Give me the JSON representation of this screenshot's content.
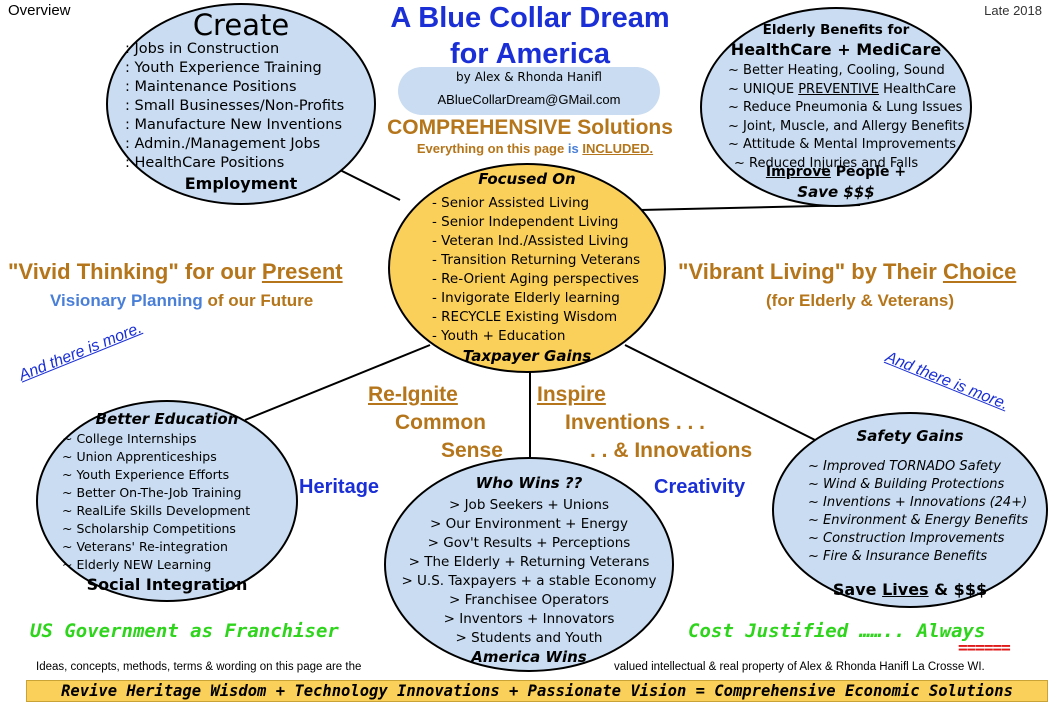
{
  "corner_left": "Overview",
  "corner_right": "Late 2018",
  "title_line1": "A Blue Collar Dream",
  "title_line2": "for America",
  "byline": "by  Alex & Rhonda Hanifl",
  "email": "ABlueCollarDream@GMail.com",
  "comprehensive": "COMPREHENSIVE  Solutions",
  "included_prefix": "Everything on this page",
  "included_is": "is",
  "included_word": "INCLUDED.",
  "create": {
    "title": "Create",
    "items": [
      ": Jobs in Construction",
      ": Youth Experience Training",
      ": Maintenance Positions",
      ": Small Businesses/Non-Profits",
      ": Manufacture New Inventions",
      ": Admin./Management Jobs",
      ": HealthCare Positions"
    ],
    "footer": "Employment"
  },
  "elderly": {
    "title1": "Elderly Benefits for",
    "title2": "HealthCare + MediCare",
    "items": [
      "~ Better Heating, Cooling, Sound",
      "~ Reduce Pneumonia & Lung Issues",
      "~ Joint, Muscle, and Allergy Benefits",
      "~ Attitude & Mental Improvements",
      "~ Reduced Injuries and Falls"
    ],
    "unique_prefix": "~ UNIQUE",
    "unique_word": "PREVENTIVE",
    "unique_suffix": "HealthCare",
    "improve_word": "Improve",
    "improve_suffix": "People +",
    "save": "Save $$$"
  },
  "focused": {
    "title": "Focused On",
    "items": [
      "- Senior Assisted Living",
      "- Senior Independent Living",
      "- Veteran Ind./Assisted Living",
      "- Transition Returning Veterans",
      "- Re-Orient Aging perspectives",
      "- Invigorate Elderly learning",
      "- RECYCLE Existing Wisdom",
      "- Youth + Education"
    ],
    "footer": "Taxpayer Gains"
  },
  "vivid": {
    "prefix": "\"Vivid Thinking\" for our",
    "word": "Present"
  },
  "visionary": {
    "blue": "Visionary Planning",
    "rest": "of our Future"
  },
  "vibrant": {
    "prefix": "\"Vibrant Living\" by Their",
    "word": "Choice"
  },
  "for_elderly": "(for Elderly & Veterans)",
  "more_left": "And there is more.",
  "more_right": "And there is more.",
  "education": {
    "title": "Better  Education",
    "items": [
      "~ College Internships",
      "~ Union Apprenticeships",
      "~ Youth Experience Efforts",
      "~ Better On-The-Job Training",
      "~ RealLife Skills Development",
      "~ Scholarship Competitions",
      "~ Veterans' Re-integration",
      "~ Elderly NEW Learning"
    ],
    "footer": "Social Integration"
  },
  "reignite": "Re-Ignite",
  "common": "Common",
  "sense": "Sense",
  "inspire": "Inspire",
  "inventions": "Inventions . . .",
  "innovations": ". . & Innovations",
  "heritage": "Heritage",
  "creativity": "Creativity",
  "wins": {
    "title": "Who Wins ??",
    "items": [
      ">  Job Seekers + Unions",
      ">  Our Environment + Energy",
      ">  Gov't Results + Perceptions",
      ">  The Elderly + Returning Veterans",
      ">  U.S. Taxpayers + a stable Economy",
      ">  Franchisee Operators",
      ">  Inventors + Innovators",
      ">  Students and Youth"
    ],
    "footer": "America Wins"
  },
  "safety": {
    "title": "Safety Gains",
    "items": [
      "~ Improved TORNADO Safety",
      "~ Wind & Building Protections",
      "~ Inventions + Innovations (24+)",
      "~ Environment & Energy Benefits",
      "~ Construction Improvements",
      "~ Fire & Insurance Benefits"
    ],
    "save_prefix": "Save",
    "save_word": "Lives",
    "save_suffix": "& $$$"
  },
  "us_gov": "US Government as Franchiser",
  "cost": "Cost Justified ……..  Always",
  "equals": "======",
  "footer_left": "Ideas, concepts, methods, terms & wording on this page are the",
  "footer_right": "valued intellectual & real property of Alex & Rhonda Hanifl La Crosse WI.",
  "banner": "Revive Heritage Wisdom + Technology Innovations + Passionate Vision = Comprehensive Economic Solutions"
}
